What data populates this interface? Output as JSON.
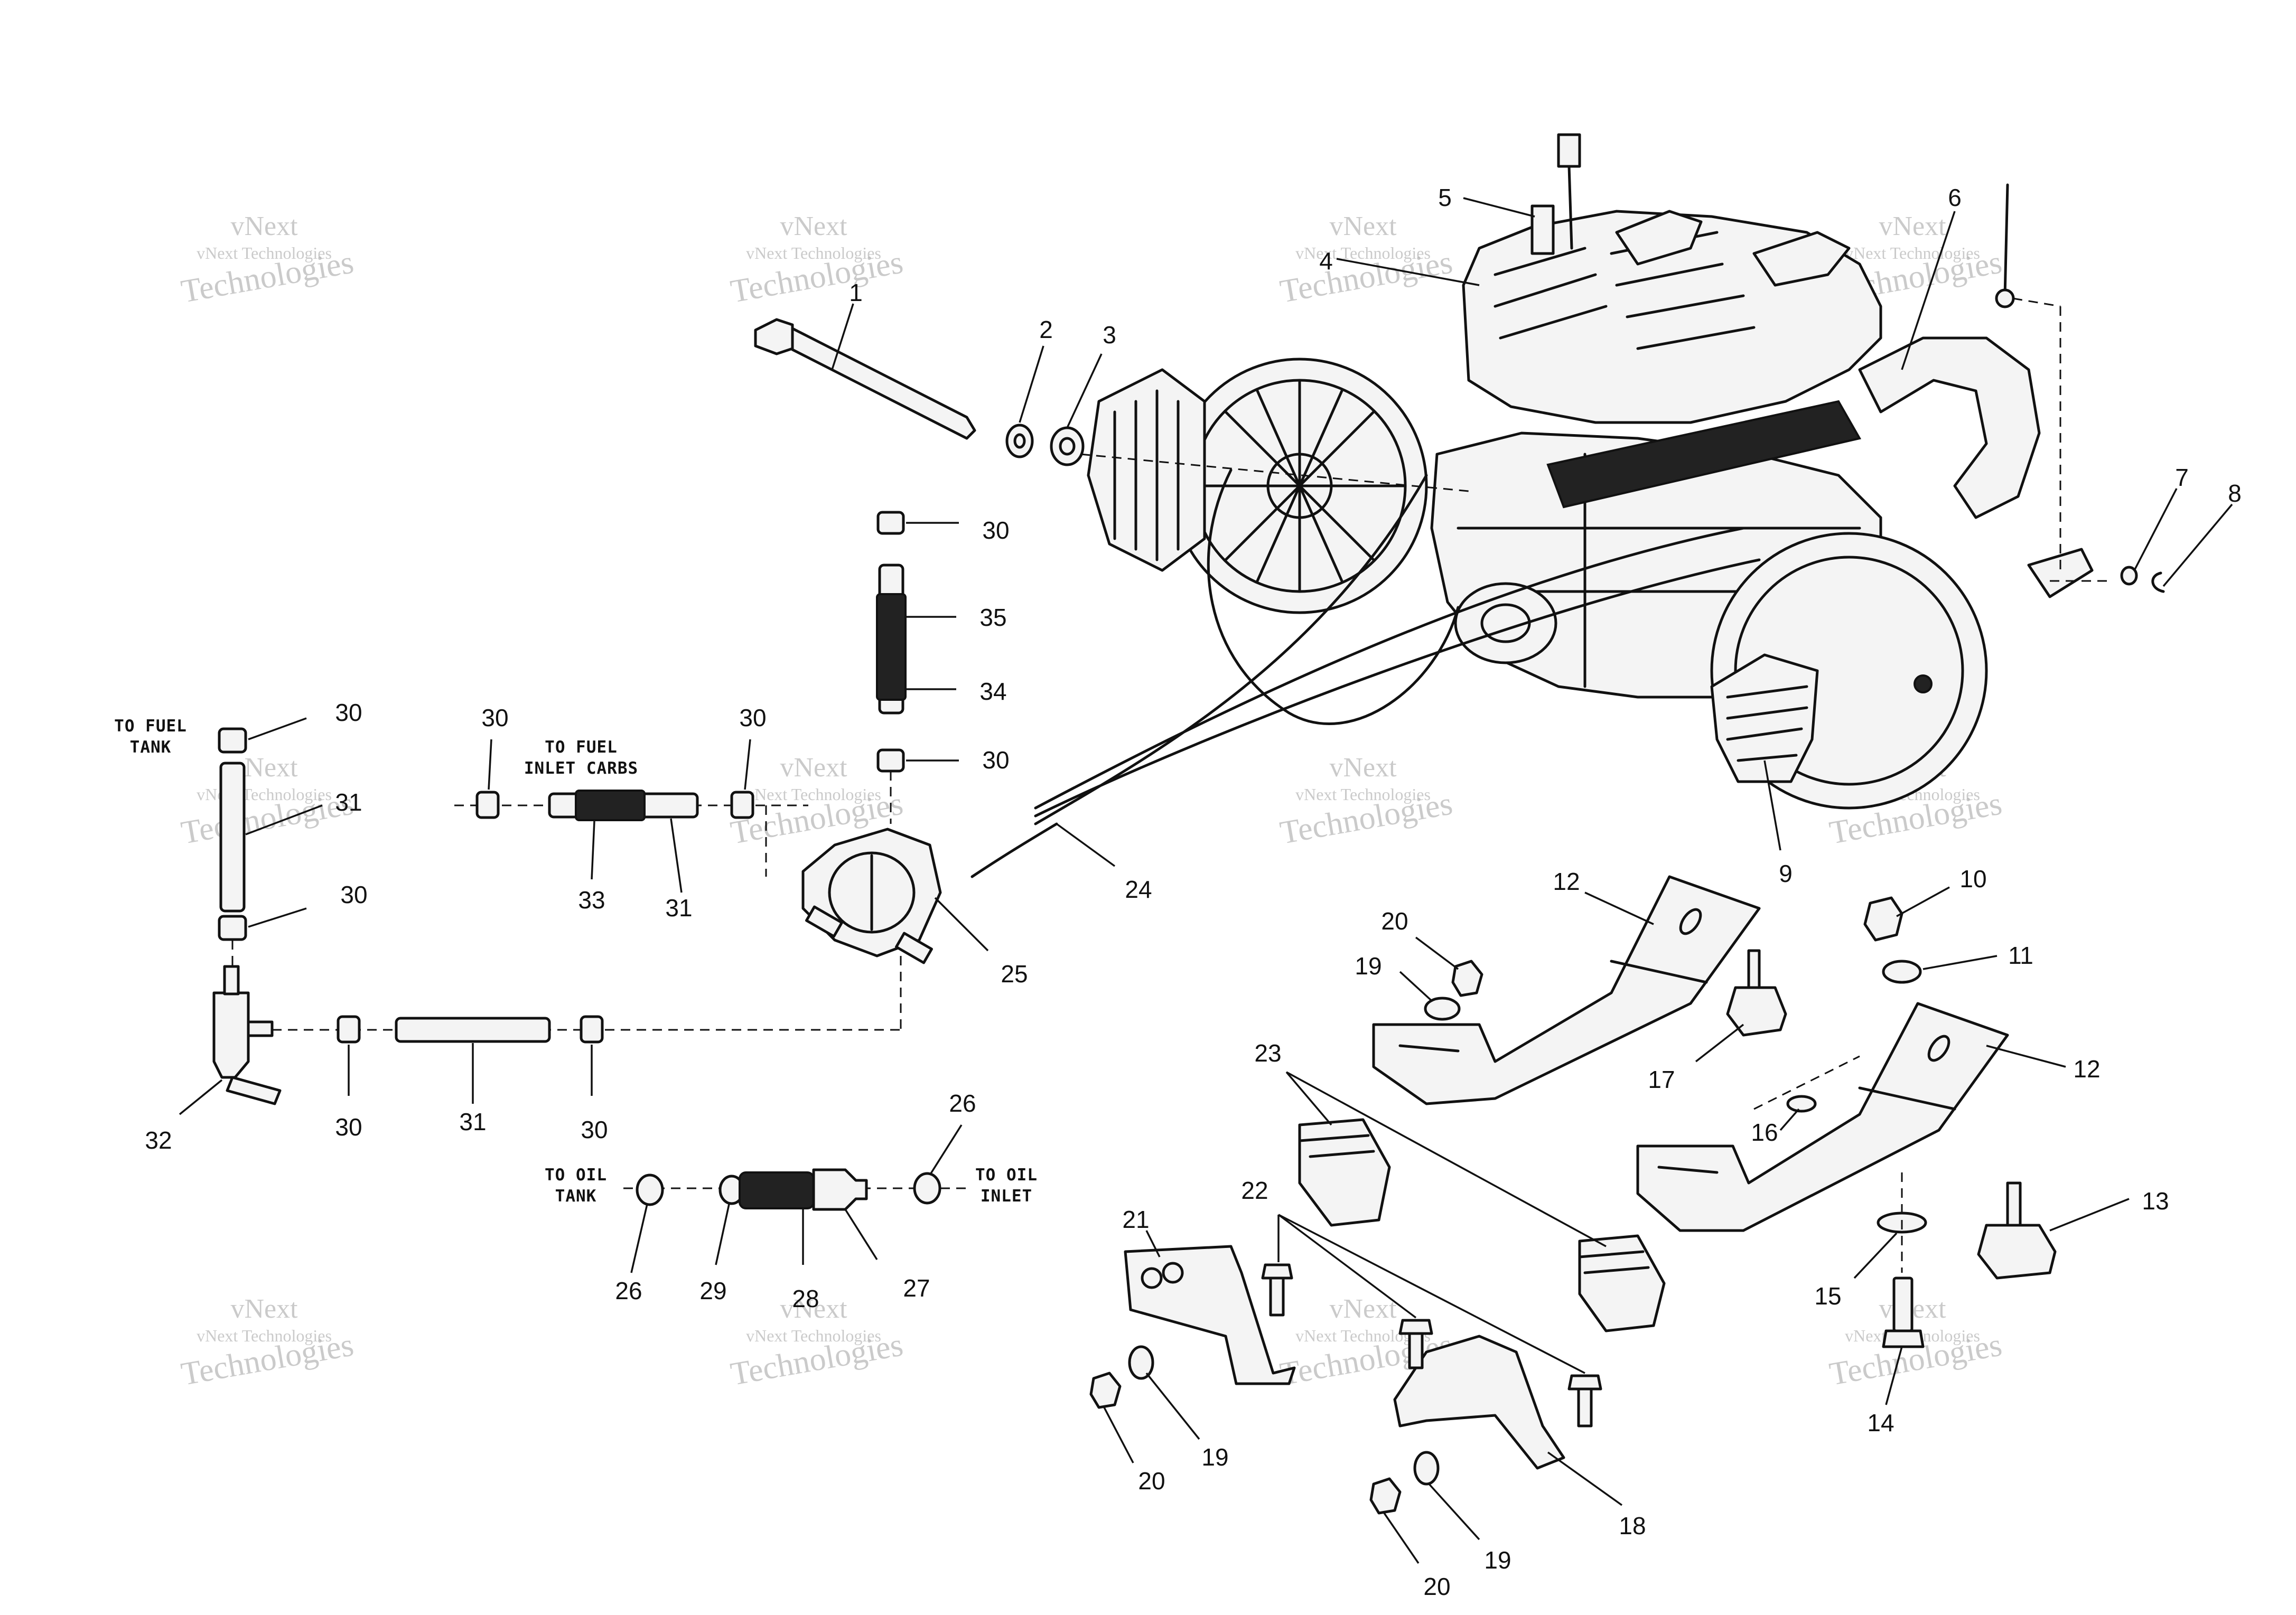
{
  "watermark": {
    "line1": "vNext",
    "line2": "vNext Technologies",
    "line3": "Technologies"
  },
  "notes": {
    "to_fuel_tank": [
      "TO FUEL",
      "TANK"
    ],
    "to_fuel_inlet_carbs": [
      "TO FUEL",
      "INLET CARBS"
    ],
    "to_oil_tank": [
      "TO OIL",
      "TANK"
    ],
    "to_oil_inlet": [
      "TO OIL",
      "INLET"
    ]
  },
  "callouts": {
    "c1": "1",
    "c2": "2",
    "c3": "3",
    "c4": "4",
    "c5": "5",
    "c6": "6",
    "c7": "7",
    "c8": "8",
    "c9": "9",
    "c10": "10",
    "c11": "11",
    "c12a": "12",
    "c12b": "12",
    "c13": "13",
    "c14": "14",
    "c15": "15",
    "c16": "16",
    "c17": "17",
    "c18": "18",
    "c19a": "19",
    "c19b": "19",
    "c19c": "19",
    "c20a": "20",
    "c20b": "20",
    "c20c": "20",
    "c21": "21",
    "c22": "22",
    "c23": "23",
    "c24": "24",
    "c25": "25",
    "c26a": "26",
    "c26b": "26",
    "c27": "27",
    "c28": "28",
    "c29": "29",
    "c30a": "30",
    "c30b": "30",
    "c30c": "30",
    "c30d": "30",
    "c30e": "30",
    "c30f": "30",
    "c30g": "30",
    "c30h": "30",
    "c31a": "31",
    "c31b": "31",
    "c31c": "31",
    "c32": "32",
    "c33": "33",
    "c34": "34",
    "c35": "35"
  }
}
